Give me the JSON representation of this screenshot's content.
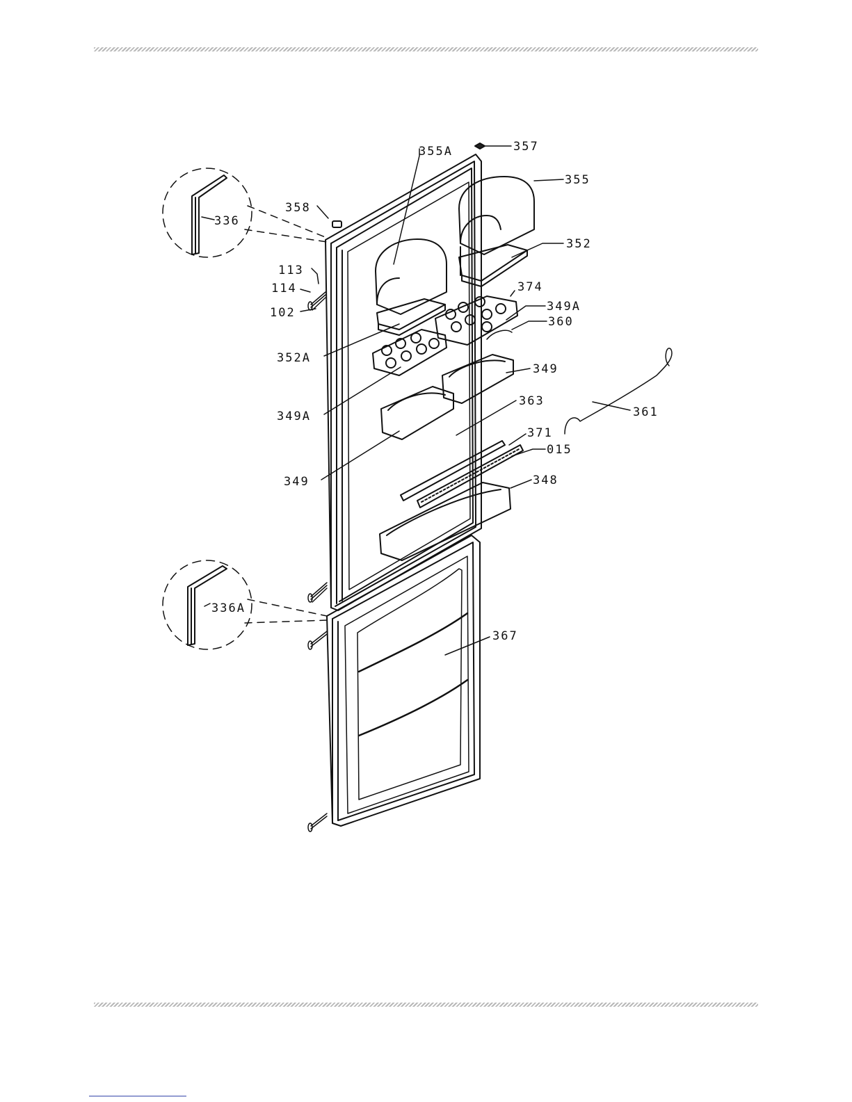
{
  "diagram": {
    "labels": {
      "l357": "357",
      "l355A": "355A",
      "l355": "355",
      "l358": "358",
      "l336": "336",
      "l352": "352",
      "l113": "113",
      "l114": "114",
      "l102": "102",
      "l374": "374",
      "l349A_r": "349A",
      "l360": "360",
      "l352A": "352A",
      "l349_r": "349",
      "l349A_l": "349A",
      "l363": "363",
      "l361": "361",
      "l371": "371",
      "l015": "015",
      "l349_l": "349",
      "l348": "348",
      "l336A": "336A",
      "l367": "367"
    }
  }
}
